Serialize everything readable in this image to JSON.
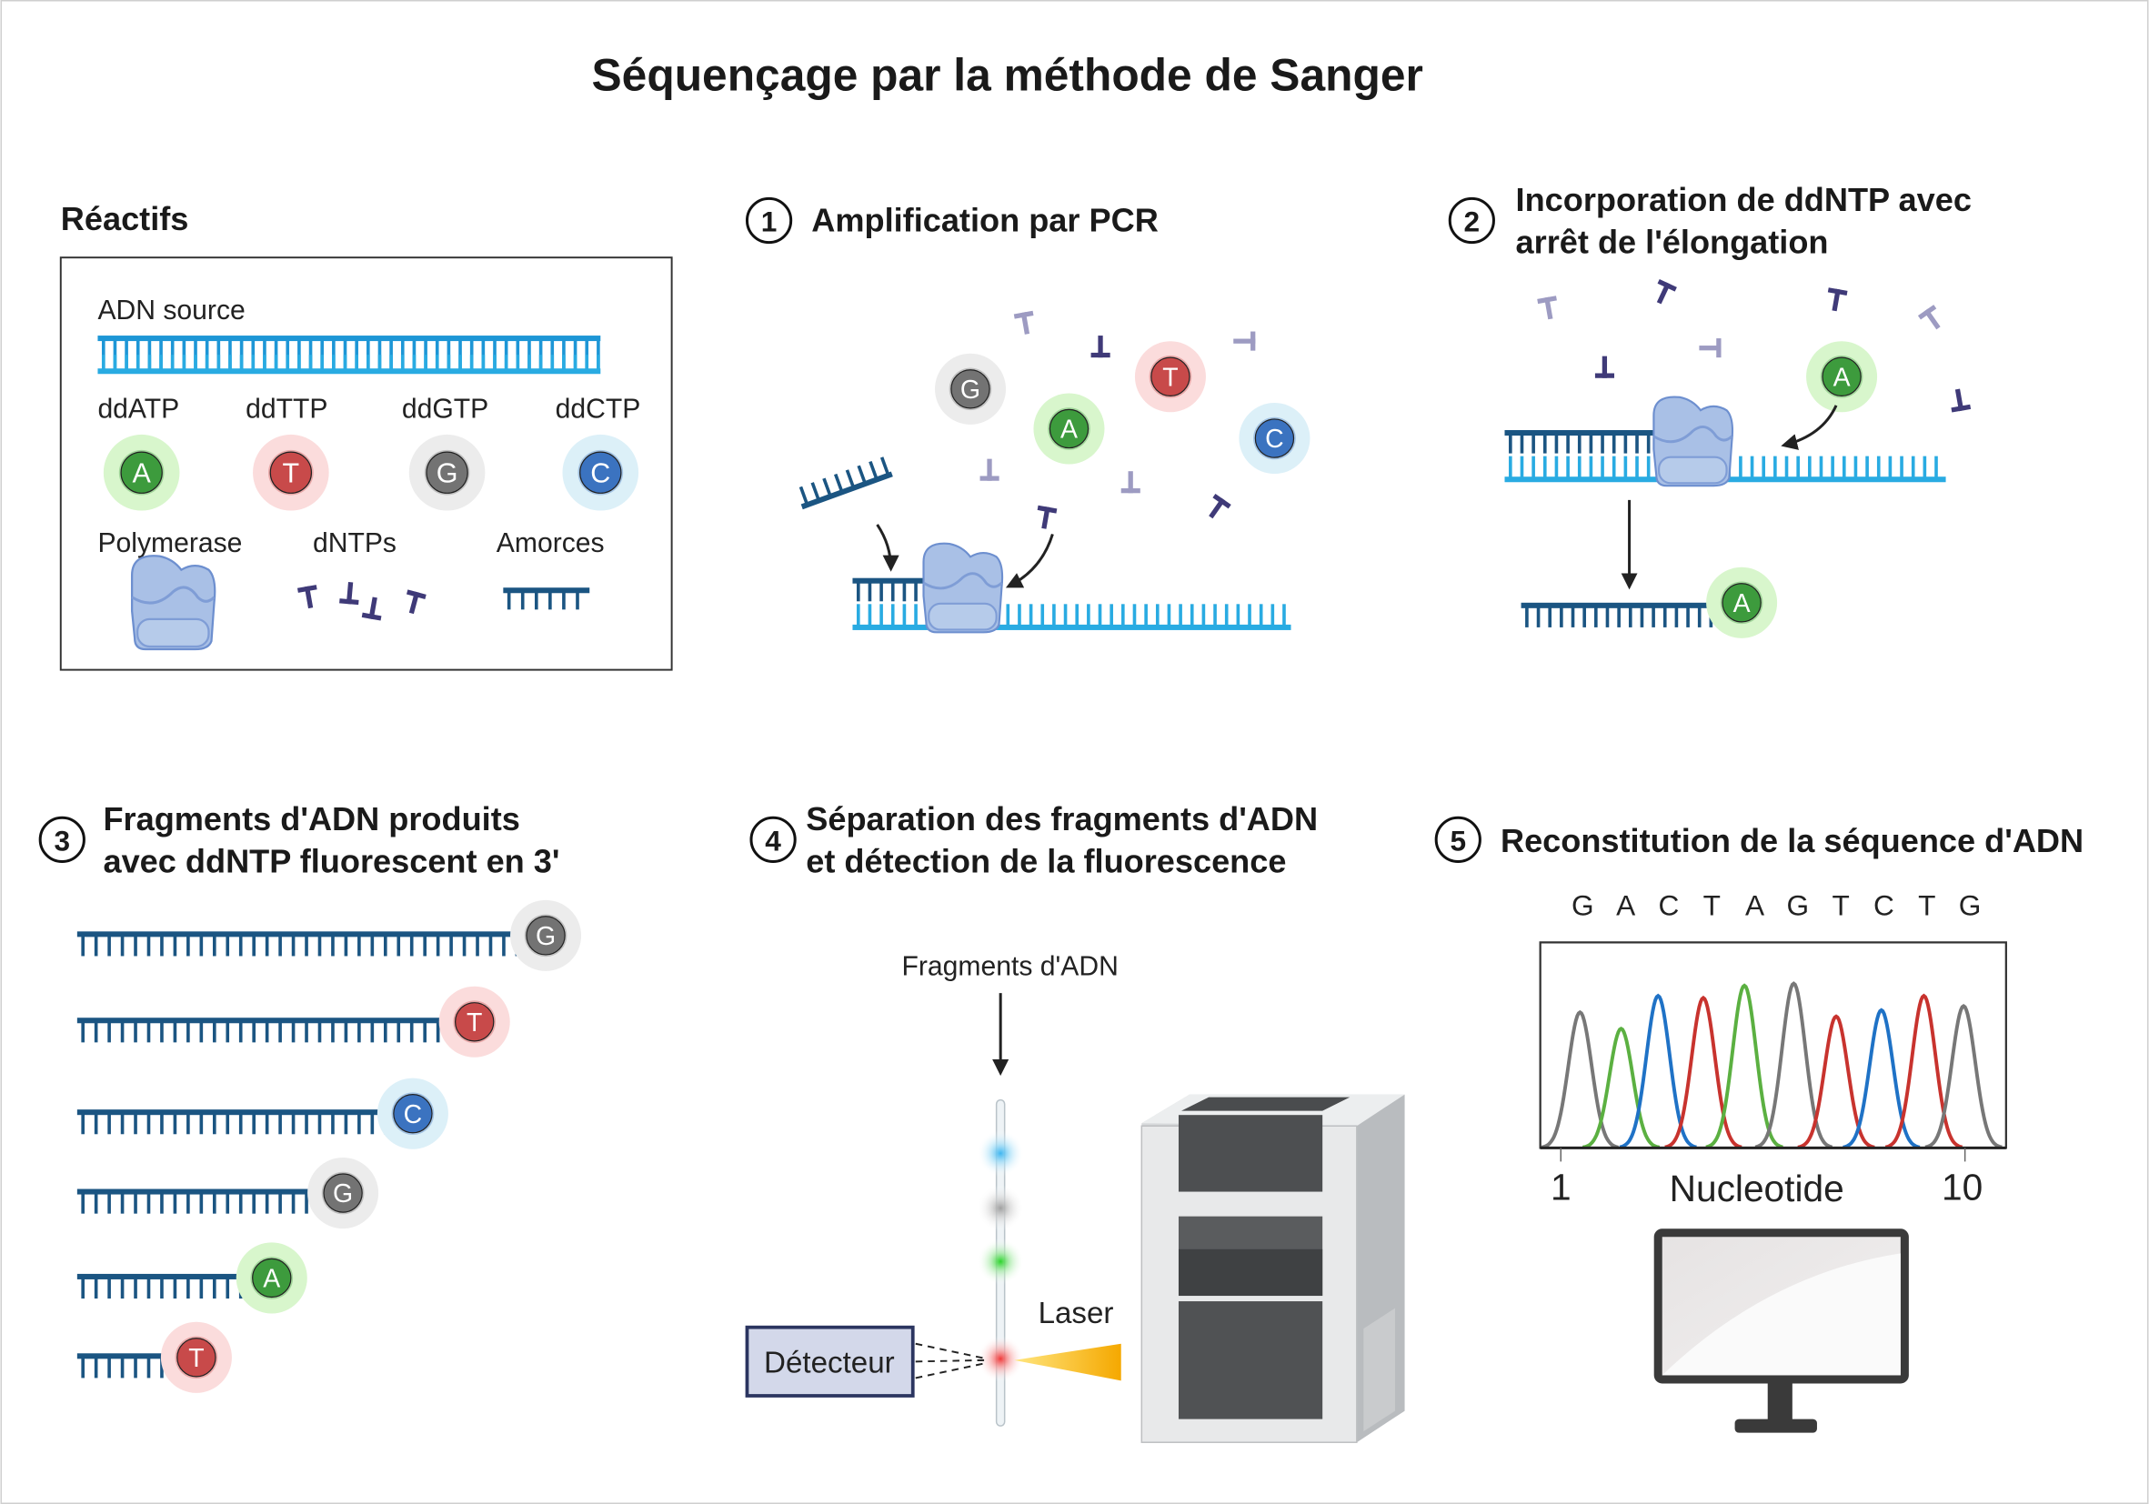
{
  "title": "Séquençage par la méthode de Sanger",
  "colors": {
    "A": "#3d9b3d",
    "A_halo": "#d8f6cc",
    "T": "#c84a4a",
    "T_halo": "#fbdcdc",
    "G": "#737373",
    "G_halo": "#ececec",
    "C": "#3b73c0",
    "C_halo": "#dcf0f8",
    "dna_light": "#29abe2",
    "dna_dark": "#1b5582",
    "dntp_dark": "#3f3a78",
    "dntp_light": "#9d9bc2",
    "polymerase": "#a9c0e6"
  },
  "reactifs": {
    "heading": "Réactifs",
    "source_dna_label": "ADN source",
    "ddntps": [
      {
        "label": "ddATP",
        "base": "A"
      },
      {
        "label": "ddTTP",
        "base": "T"
      },
      {
        "label": "ddGTP",
        "base": "G"
      },
      {
        "label": "ddCTP",
        "base": "C"
      }
    ],
    "polymerase_label": "Polymerase",
    "dntps_label": "dNTPs",
    "primers_label": "Amorces"
  },
  "step1": {
    "number": "1",
    "title": "Amplification par PCR",
    "free_nucleotides": [
      "G",
      "A",
      "T",
      "C"
    ]
  },
  "step2": {
    "number": "2",
    "title_line1": "Incorporation de ddNTP avec",
    "title_line2": "arrêt de l'élongation",
    "incoming_base": "A",
    "terminated_base": "A"
  },
  "step3": {
    "number": "3",
    "title_line1": "Fragments d'ADN produits",
    "title_line2": "avec ddNTP fluorescent en 3'",
    "fragments": [
      "G",
      "T",
      "C",
      "G",
      "A",
      "T"
    ]
  },
  "step4": {
    "number": "4",
    "title_line1": "Séparation des fragments d'ADN",
    "title_line2": "et détection de la fluorescence",
    "fragments_label": "Fragments d'ADN",
    "detector_label": "Détecteur",
    "laser_label": "Laser",
    "band_bases": [
      "C",
      "G",
      "A",
      "T"
    ]
  },
  "step5": {
    "number": "5",
    "title": "Reconstitution de la séquence d'ADN",
    "sequence": [
      "G",
      "A",
      "C",
      "T",
      "A",
      "G",
      "T",
      "C",
      "T",
      "G"
    ],
    "x_label": "Nucleotide",
    "x_tick_start": "1",
    "x_tick_end": "10",
    "peak_intensities": [
      0.66,
      0.58,
      0.74,
      0.73,
      0.79,
      0.8,
      0.64,
      0.67,
      0.74,
      0.69
    ],
    "peak_colors": {
      "G": "#777777",
      "A": "#5bb041",
      "C": "#1f72c6",
      "T": "#c8332e"
    }
  }
}
